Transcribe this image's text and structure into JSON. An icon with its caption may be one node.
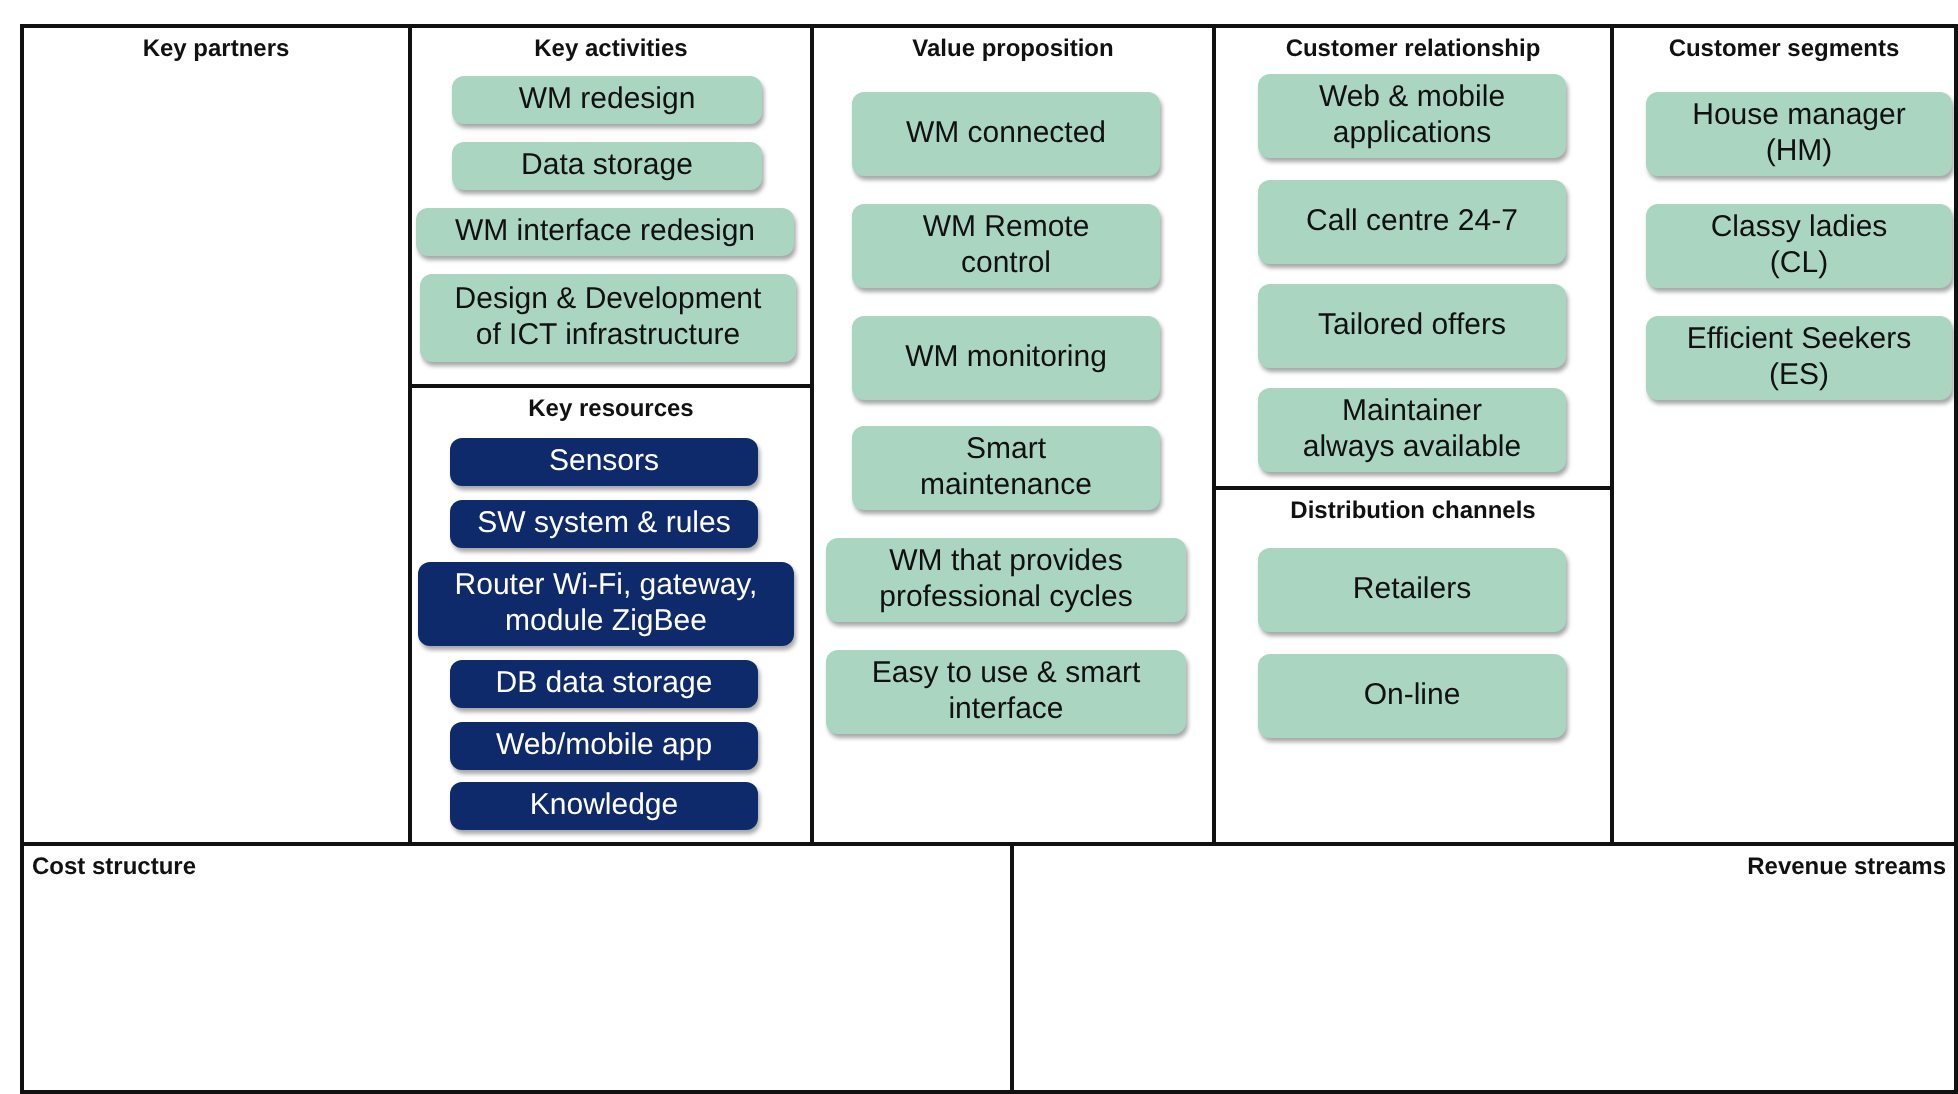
{
  "diagram": {
    "nodes": [
      {
        "text": [
          "Key partners"
        ]
      },
      {
        "text": [
          "Key activities"
        ]
      },
      {
        "text": [
          "WM redesign"
        ],
        "in": 1
      },
      {
        "text": [
          "Data storage"
        ],
        "in": 1
      },
      {
        "text": [
          "WM interface redesign"
        ],
        "in": 1
      },
      {
        "text": [
          "Design & Development of ICT infrastructure"
        ],
        "in": 1
      },
      {
        "text": [
          "Key resources"
        ]
      },
      {
        "text": [
          "Sensors"
        ],
        "in": 6
      },
      {
        "text": [
          "SW system & rules"
        ],
        "in": 6
      },
      {
        "text": [
          "Router Wi-Fi, gateway, module ZigBee"
        ],
        "in": 6
      },
      {
        "text": [
          "DB data storage"
        ],
        "in": 6
      },
      {
        "text": [
          "Web/mobile app"
        ],
        "in": 6
      },
      {
        "text": [
          "Knowledge"
        ],
        "in": 6
      },
      {
        "text": [
          "Value proposition"
        ]
      },
      {
        "text": [
          "WM connected"
        ],
        "in": 13
      },
      {
        "text": [
          "WM Remote control"
        ],
        "in": 13
      },
      {
        "text": [
          "WM monitoring"
        ],
        "in": 13
      },
      {
        "text": [
          "Smart maintenance"
        ],
        "in": 13
      },
      {
        "text": [
          "WM that provides professional cycles"
        ],
        "in": 13
      },
      {
        "text": [
          "Easy to use & smart interface"
        ],
        "in": 13
      },
      {
        "text": [
          "Customer relationship"
        ]
      },
      {
        "text": [
          "Web & mobile applications"
        ],
        "in": 20
      },
      {
        "text": [
          "Call centre 24-7"
        ],
        "in": 20
      },
      {
        "text": [
          "Tailored offers"
        ],
        "in": 20
      },
      {
        "text": [
          "Maintainer always available"
        ],
        "in": 20
      },
      {
        "text": [
          "Distribution channels"
        ]
      },
      {
        "text": [
          "Retailers"
        ],
        "in": 25
      },
      {
        "text": [
          "On-line"
        ],
        "in": 25
      },
      {
        "text": [
          "Customer segments"
        ]
      },
      {
        "text": [
          "House manager (HM)"
        ],
        "in": 28
      },
      {
        "text": [
          "Classy ladies (CL)"
        ],
        "in": 28
      },
      {
        "text": [
          "Efficient Seekers (ES)"
        ],
        "in": 28
      },
      {
        "text": [
          "Cost structure"
        ]
      },
      {
        "text": [
          "Revenue streams"
        ]
      }
    ]
  }
}
